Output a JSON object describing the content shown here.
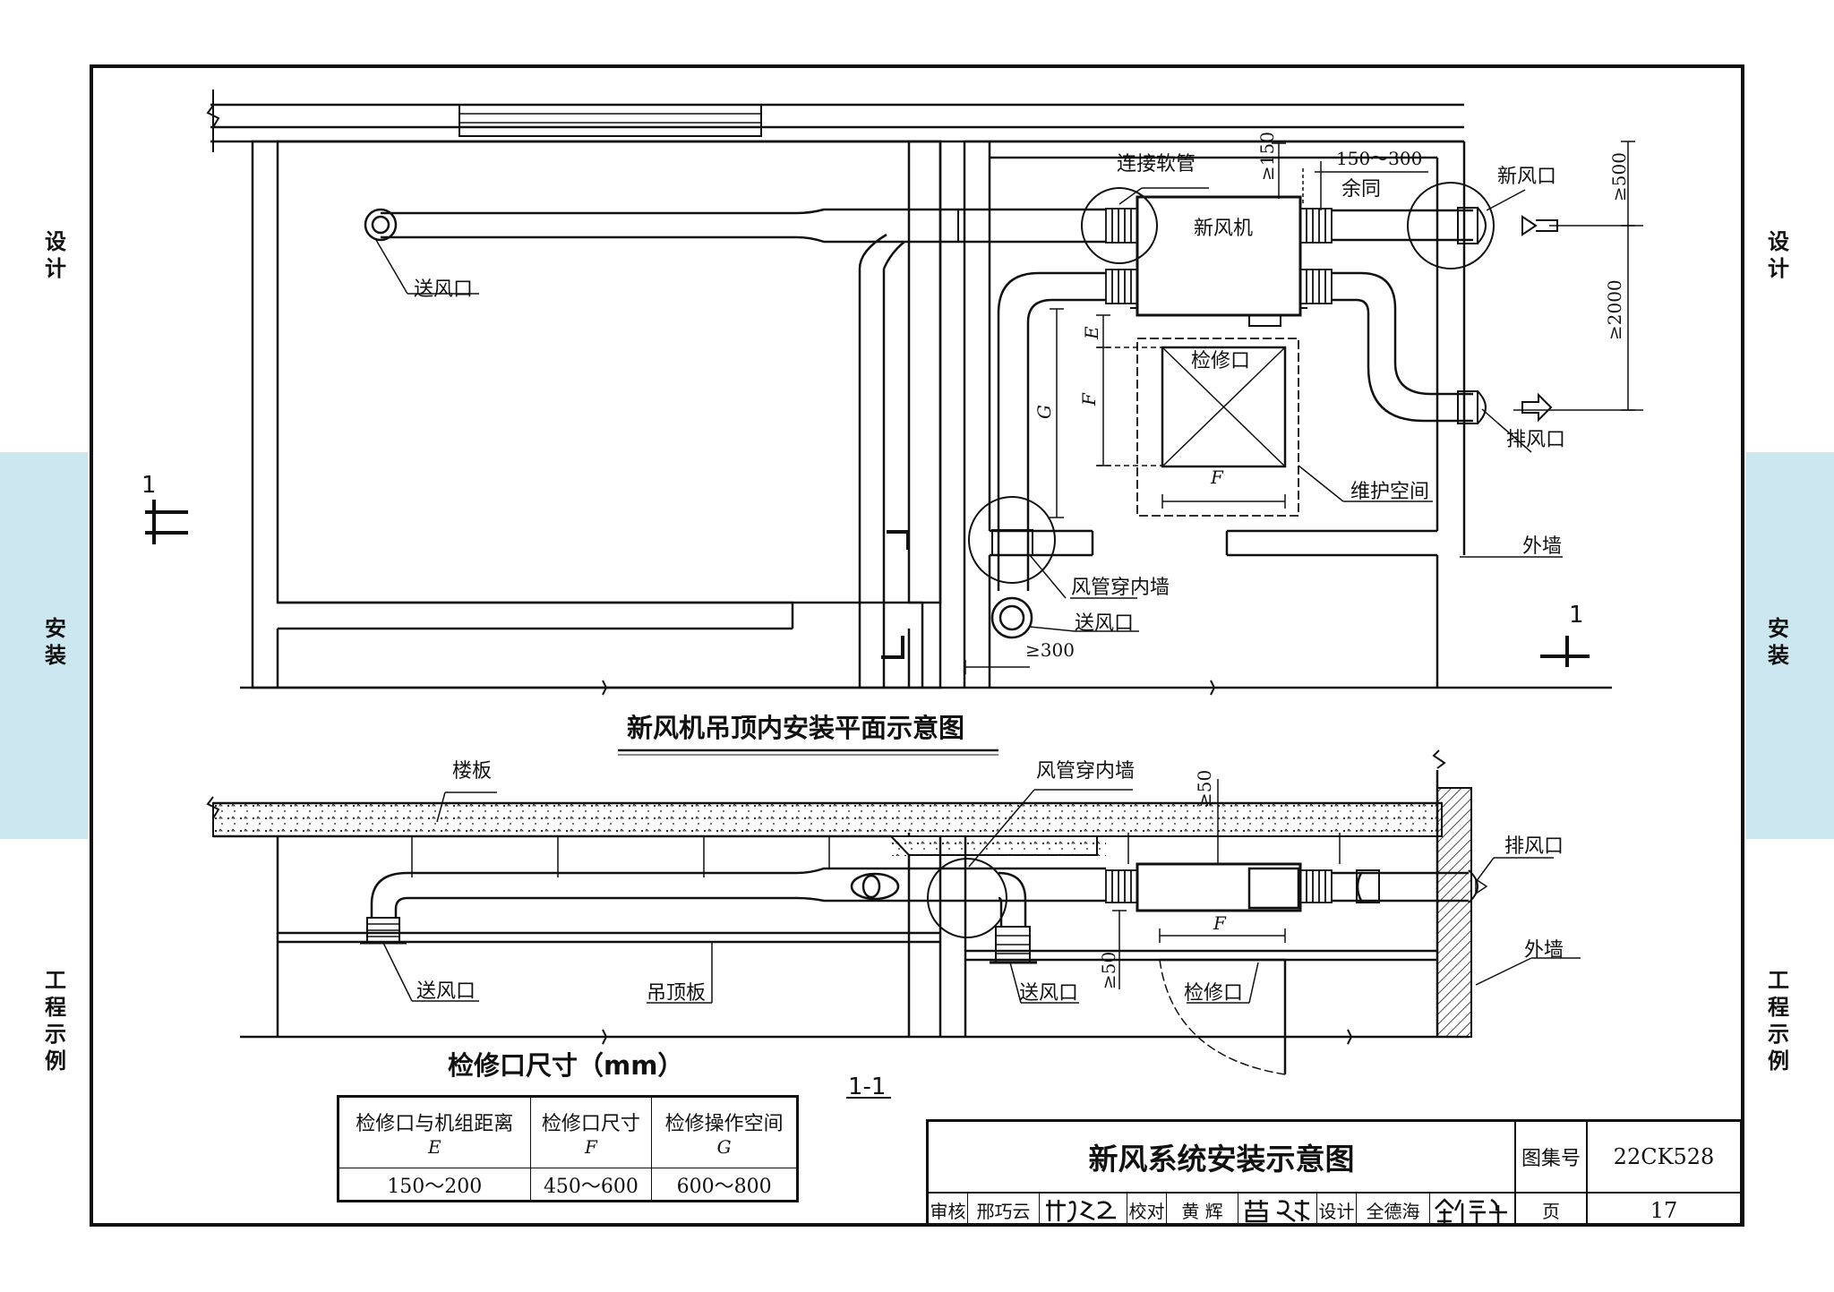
{
  "side_tabs": {
    "left": [
      "设计",
      "安装",
      "工程示例"
    ],
    "right": [
      "设计",
      "安装",
      "工程示例"
    ]
  },
  "colors": {
    "tab_band": "#cde7f1",
    "line": "#111111"
  },
  "plan": {
    "title": "新风机吊顶内安装平面示意图",
    "labels": {
      "flex_duct": "连接软管",
      "unit": "新风机",
      "fresh_air_inlet": "新风口",
      "exhaust_outlet": "排风口",
      "supply_outlet_1": "送风口",
      "supply_outlet_2": "送风口",
      "inspection_port": "检修口",
      "maintenance_space": "维护空间",
      "exterior_wall": "外墙",
      "duct_through_wall": "风管穿内墙",
      "same_as_above": "余同"
    },
    "dims": {
      "d150": "≥150",
      "d150_300": "150～300",
      "d500": "≥500",
      "d2000": "≥2000",
      "d300": "≥300",
      "E": "E",
      "F_vert": "F",
      "G": "G",
      "F_horiz": "F"
    },
    "section_marks": [
      "1",
      "1"
    ]
  },
  "section": {
    "title": "1-1",
    "labels": {
      "floor_slab": "楼板",
      "duct_through_wall": "风管穿内墙",
      "exhaust_outlet": "排风口",
      "exterior_wall": "外墙",
      "supply_outlet_1": "送风口",
      "ceiling_board": "吊顶板",
      "supply_outlet_2": "送风口",
      "inspection_port": "检修口"
    },
    "dims": {
      "d50_top": "≥50",
      "d50_bottom": "≥50",
      "F": "F"
    }
  },
  "inspection_table": {
    "title": "检修口尺寸（mm）",
    "headers": [
      {
        "label": "检修口与机组距离",
        "symbol": "E"
      },
      {
        "label": "检修口尺寸",
        "symbol": "F"
      },
      {
        "label": "检修操作空间",
        "symbol": "G"
      }
    ],
    "row": [
      "150～200",
      "450～600",
      "600～800"
    ]
  },
  "title_block": {
    "drawing_title": "新风系统安装示意图",
    "atlas_label": "图集号",
    "atlas_no": "22CK528",
    "review_label": "审核",
    "reviewer": "邢巧云",
    "check_label": "校对",
    "checker": "黄 辉",
    "design_label": "设计",
    "designer": "全德海",
    "page_label": "页",
    "page_no": "17"
  }
}
